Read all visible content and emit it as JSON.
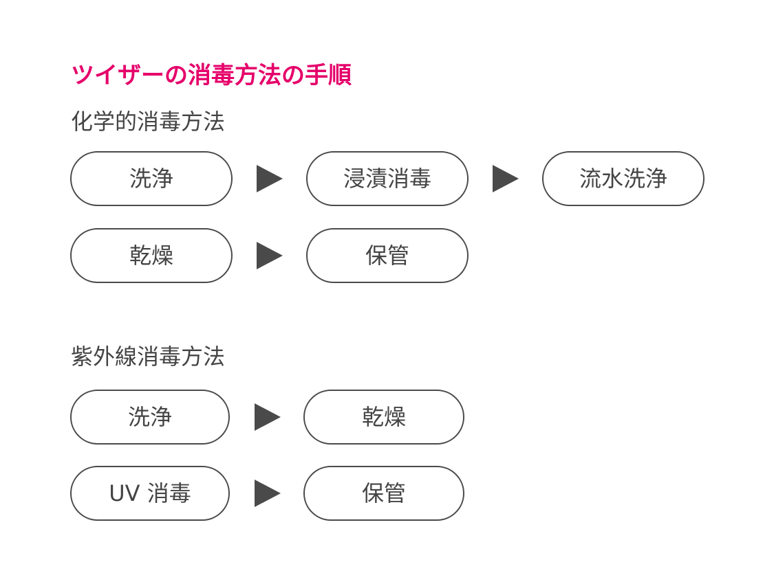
{
  "colors": {
    "title": "#e5006a",
    "text": "#444444",
    "border": "#4a4a4a",
    "arrow": "#4a4a4a"
  },
  "title": "ツイザーの消毒方法の手順",
  "chemical": {
    "heading": "化学的消毒方法",
    "row1": [
      "洗浄",
      "浸漬消毒",
      "流水洗浄"
    ],
    "row2": [
      "乾燥",
      "保管"
    ]
  },
  "uv": {
    "heading": "紫外線消毒方法",
    "row1": [
      "洗浄",
      "乾燥"
    ],
    "row2": [
      "UV 消毒",
      "保管"
    ]
  }
}
